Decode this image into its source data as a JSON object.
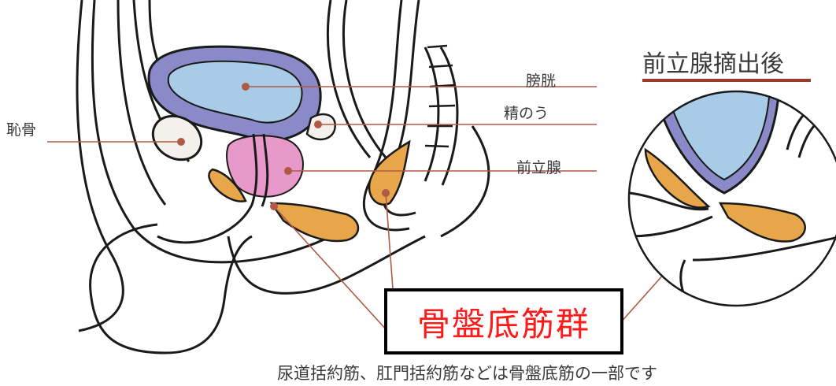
{
  "labels": {
    "bladder": "膀胱",
    "seminal_vesicle": "精のう",
    "prostate": "前立腺",
    "pubic_bone": "恥骨"
  },
  "inset": {
    "title": "前立腺摘出後"
  },
  "highlight": {
    "text": "骨盤底筋群"
  },
  "caption": "尿道括約筋、肛門括約筋などは骨盤底筋の一部です",
  "colors": {
    "outline": "#1a1a1a",
    "bladder_wall": "#8a8ac8",
    "bladder_fill": "#a8cbe8",
    "prostate_fill": "#e79ac9",
    "muscle_fill": "#e7a64a",
    "bone_fill": "#f4f1ec",
    "leader_line": "#b05a45",
    "highlight_text": "#ff1a1a",
    "inset_underline": "#9a3a2a"
  }
}
